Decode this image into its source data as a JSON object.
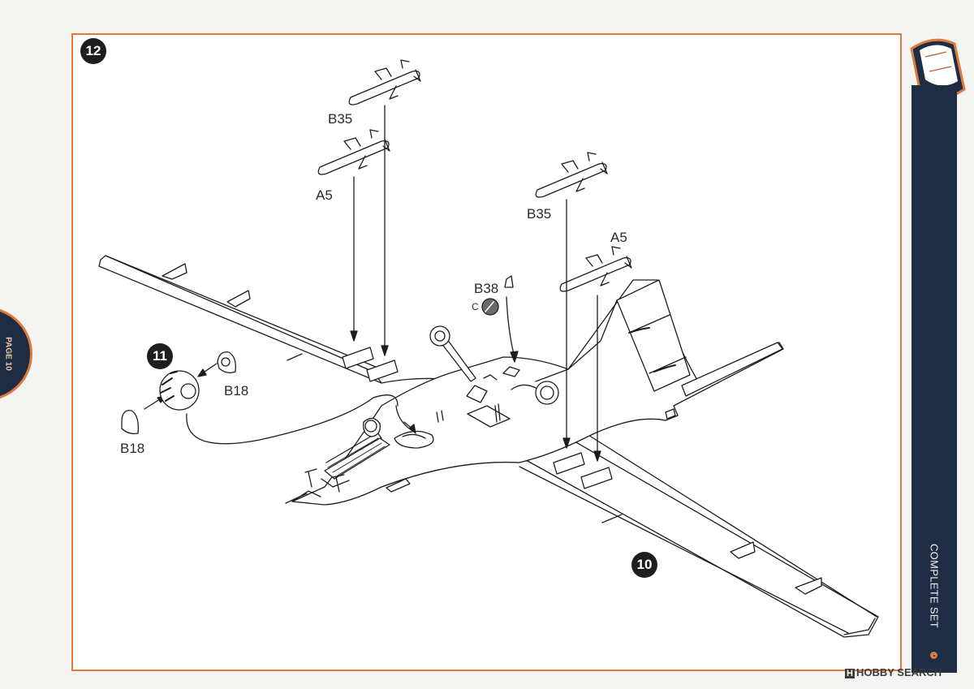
{
  "steps": {
    "main": "12",
    "sub_a": "11",
    "sub_b": "10"
  },
  "parts": {
    "b35_left": "B35",
    "a5_left": "A5",
    "b35_right": "B35",
    "a5_right": "A5",
    "b38": "B38",
    "b38_color": "C",
    "b18_right": "B18",
    "b18_left": "B18"
  },
  "sidebar": {
    "label": "COMPLETE SET"
  },
  "page_tab": {
    "label": "PAGE 10"
  },
  "watermark": {
    "icon": "H",
    "text": "HOBBY SEARCH"
  },
  "colors": {
    "frame": "#e07a3c",
    "navy": "#1f2d44"
  }
}
